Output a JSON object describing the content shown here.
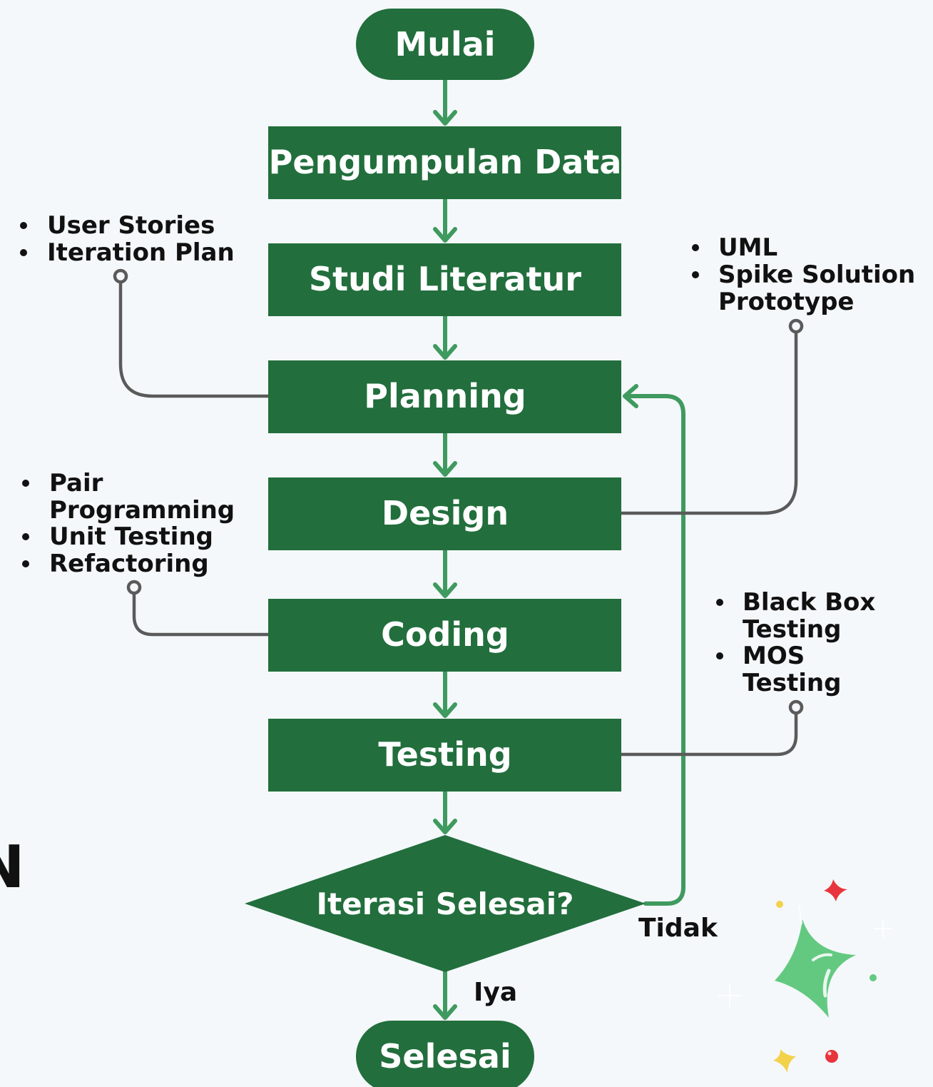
{
  "colors": {
    "node_fill": "#226e3d",
    "arrow": "#3f9a5f",
    "connector": "#5a5a5a",
    "note_text": "#111111",
    "sparkle_main": "#63c981",
    "sparkle_red": "#e8343c",
    "sparkle_yellow": "#f2d24a"
  },
  "nodes": {
    "start": "Mulai",
    "data_collection": "Pengumpulan Data",
    "literature": "Studi Literatur",
    "planning": "Planning",
    "design": "Design",
    "coding": "Coding",
    "testing": "Testing",
    "decision": "Iterasi Selesai?",
    "end": "Selesai"
  },
  "edge_labels": {
    "no": "Tidak",
    "yes": "Iya"
  },
  "notes": {
    "planning": {
      "lines": [
        "User Stories",
        "Iteration Plan"
      ]
    },
    "design": {
      "lines": [
        "UML",
        "Spike Solution",
        "Prototype"
      ]
    },
    "coding": {
      "lines": [
        "Pair",
        "Programming",
        "Unit Testing",
        "Refactoring"
      ]
    },
    "testing": {
      "lines": [
        "Black Box",
        "Testing",
        "MOS",
        "Testing"
      ]
    }
  },
  "edge_fragment": "N",
  "decoration": "sparkle-icon"
}
